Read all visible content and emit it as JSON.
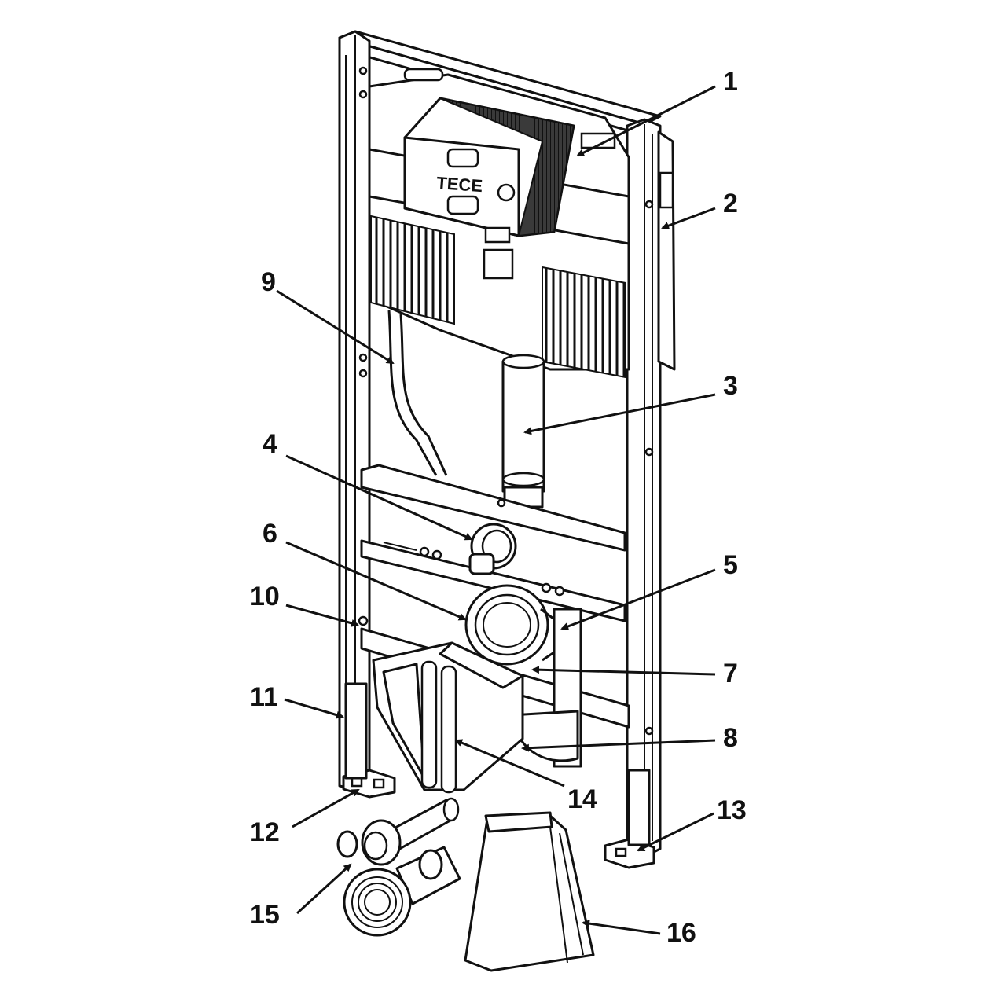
{
  "brand": {
    "logo_text": "TECE"
  },
  "callouts": [
    {
      "id": "1",
      "text": "1"
    },
    {
      "id": "2",
      "text": "2"
    },
    {
      "id": "3",
      "text": "3"
    },
    {
      "id": "4",
      "text": "4"
    },
    {
      "id": "5",
      "text": "5"
    },
    {
      "id": "6",
      "text": "6"
    },
    {
      "id": "7",
      "text": "7"
    },
    {
      "id": "8",
      "text": "8"
    },
    {
      "id": "9",
      "text": "9"
    },
    {
      "id": "10",
      "text": "10"
    },
    {
      "id": "11",
      "text": "11"
    },
    {
      "id": "12",
      "text": "12"
    },
    {
      "id": "13",
      "text": "13"
    },
    {
      "id": "14",
      "text": "14"
    },
    {
      "id": "15",
      "text": "15"
    },
    {
      "id": "16",
      "text": "16"
    }
  ]
}
